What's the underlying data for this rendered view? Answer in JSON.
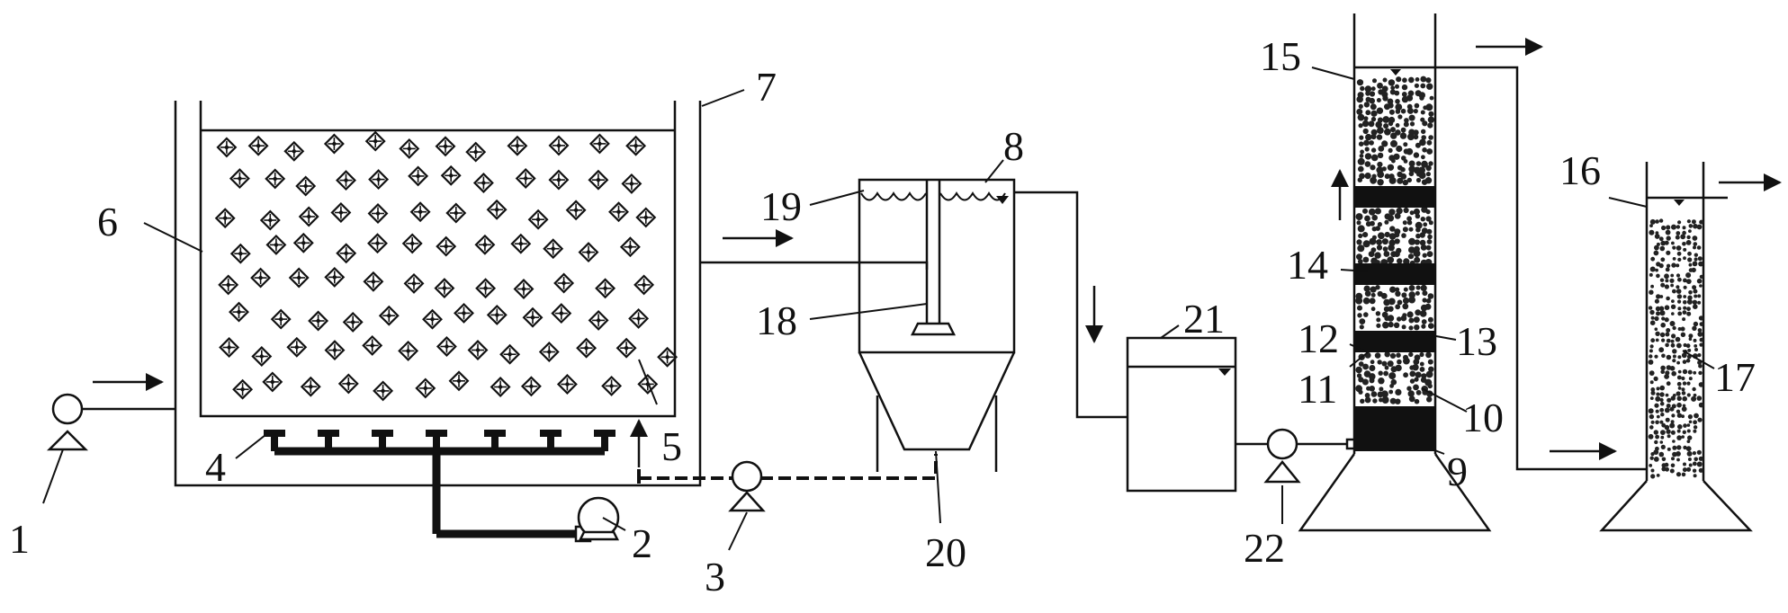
{
  "diagram": {
    "labels": {
      "n1": "1",
      "n2": "2",
      "n3": "3",
      "n4": "4",
      "n5": "5",
      "n6": "6",
      "n7": "7",
      "n8": "8",
      "n9": "9",
      "n10": "10",
      "n11": "11",
      "n12": "12",
      "n13": "13",
      "n14": "14",
      "n15": "15",
      "n16": "16",
      "n17": "17",
      "n18": "18",
      "n19": "19",
      "n20": "20",
      "n21": "21",
      "n22": "22"
    },
    "colors": {
      "line": "#111111",
      "media": "#222222",
      "background": "#ffffff"
    },
    "icons": [
      "pump-icon",
      "blower-icon",
      "flow-arrow-icon",
      "diffuser-icon"
    ]
  }
}
